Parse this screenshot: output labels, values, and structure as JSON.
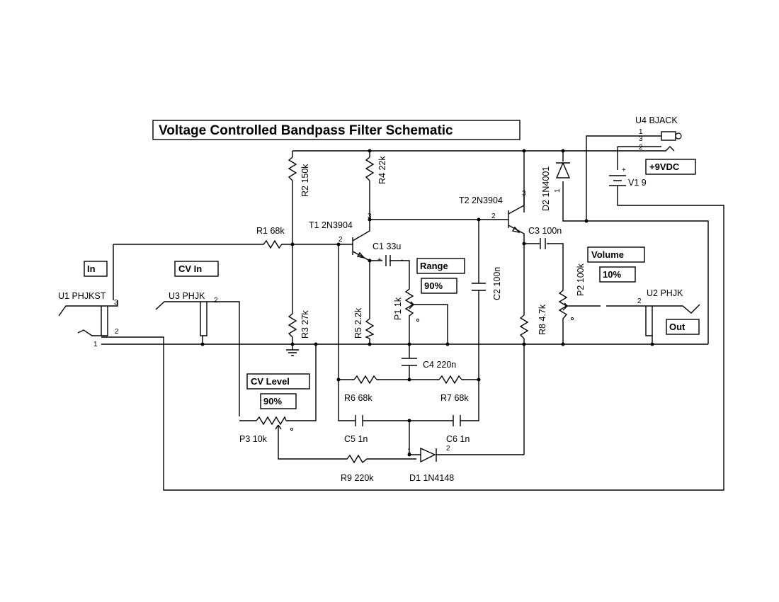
{
  "title": "Voltage Controlled Bandpass Filter Schematic",
  "labels": {
    "u4": "U4 BJACK",
    "d2": "D2 1N4001",
    "v1": "V1 9",
    "v1_plus": "+",
    "r2": "R2 150k",
    "r4": "R4 22k",
    "r1": "R1 68k",
    "t1": "T1 2N3904",
    "t2": "T2 2N3904",
    "c1": "C1 33u",
    "c1_plus": "+",
    "c1_minus": "-",
    "c3": "C3 100n",
    "c2": "C2 100n",
    "p1": "P1 1k",
    "p2": "P2 100k",
    "r3": "R3 27k",
    "r5": "R5 2.2k",
    "r8": "R8 4.7k",
    "u1": "U1 PHJKST",
    "u3": "U3 PHJK",
    "u2": "U2 PHJK",
    "c4": "C4 220n",
    "r6": "R6 68k",
    "r7": "R7 68k",
    "c5": "C5 1n",
    "c6": "C6 1n",
    "p3": "P3 10k",
    "r9": "R9 220k",
    "d1": "D1 1N4148"
  },
  "pins": {
    "u4_1": "1",
    "u4_3": "3",
    "u4_2": "2",
    "d2_1": "1",
    "t1_b": "2",
    "t1_c": "3",
    "t2_b": "2",
    "t2_c": "3",
    "u1_3": "3",
    "u1_2": "2",
    "u1_1": "1",
    "u3_2": "2",
    "u2_2": "2",
    "d1_1": "1",
    "d1_2": "2"
  },
  "controls": {
    "in": "In",
    "cv_in": "CV In",
    "range": "Range",
    "range_value": "90%",
    "volume": "Volume",
    "volume_value": "10%",
    "cv_level": "CV Level",
    "cv_level_value": "90%",
    "supply": "+9VDC",
    "out": "Out"
  }
}
